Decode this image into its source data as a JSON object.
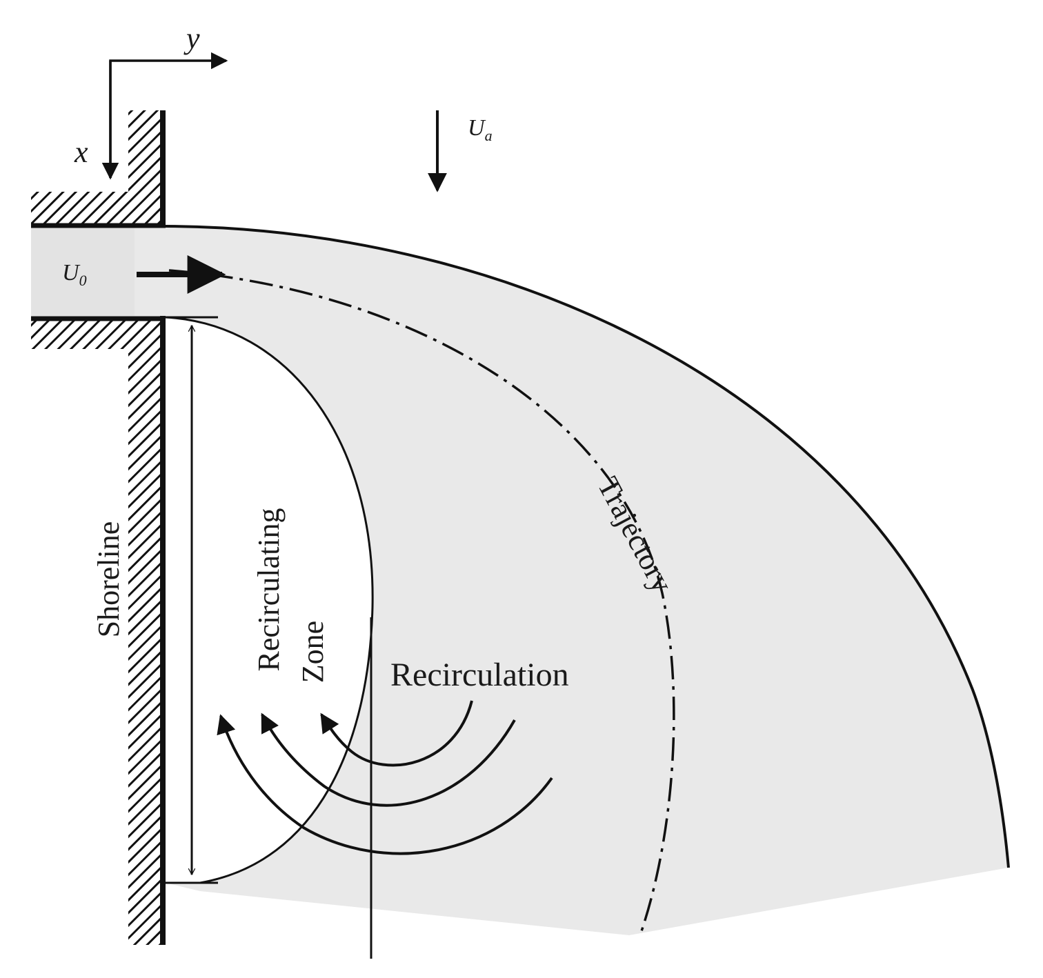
{
  "labels": {
    "axis_y": "y",
    "axis_x": "x",
    "ambient_velocity": "U",
    "ambient_velocity_sub": "a",
    "jet_velocity": "U",
    "jet_velocity_sub": "0",
    "shoreline": "Shoreline",
    "trajectory": "Trajectory",
    "recirculating_zone_line1": "Recirculating",
    "recirculating_zone_line2": "Zone",
    "recirculation": "Recirculation"
  },
  "colors": {
    "plume_fill": "#e9e9e9",
    "stroke": "#111111",
    "background": "#ffffff"
  }
}
